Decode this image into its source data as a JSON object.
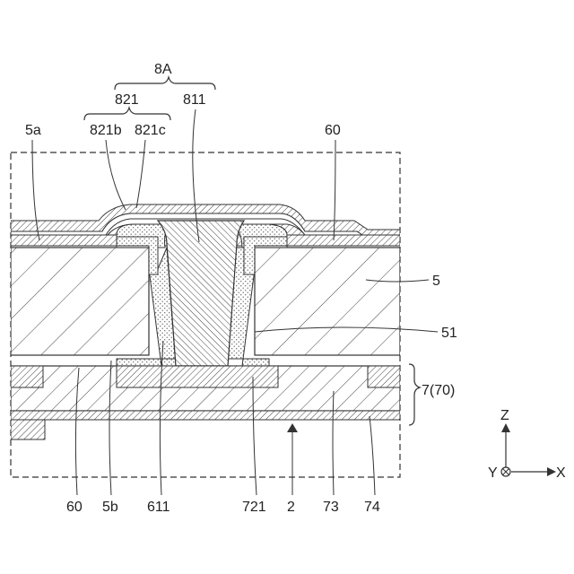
{
  "labels": {
    "group_8a": "8A",
    "group_821": "821",
    "label_811": "811",
    "label_821b": "821b",
    "label_821c": "821c",
    "label_5a": "5a",
    "label_60_top": "60",
    "label_5": "5",
    "label_51": "51",
    "label_7": "7(70)",
    "label_60_bottom": "60",
    "label_5b": "5b",
    "label_611": "611",
    "label_721": "721",
    "label_2": "2",
    "label_73": "73",
    "label_74": "74"
  },
  "axes": {
    "z": "Z",
    "y": "Y",
    "x": "X"
  },
  "colors": {
    "line": "#333333",
    "fill": "#ffffff",
    "hatch": "#444444",
    "dots": "#777777"
  }
}
